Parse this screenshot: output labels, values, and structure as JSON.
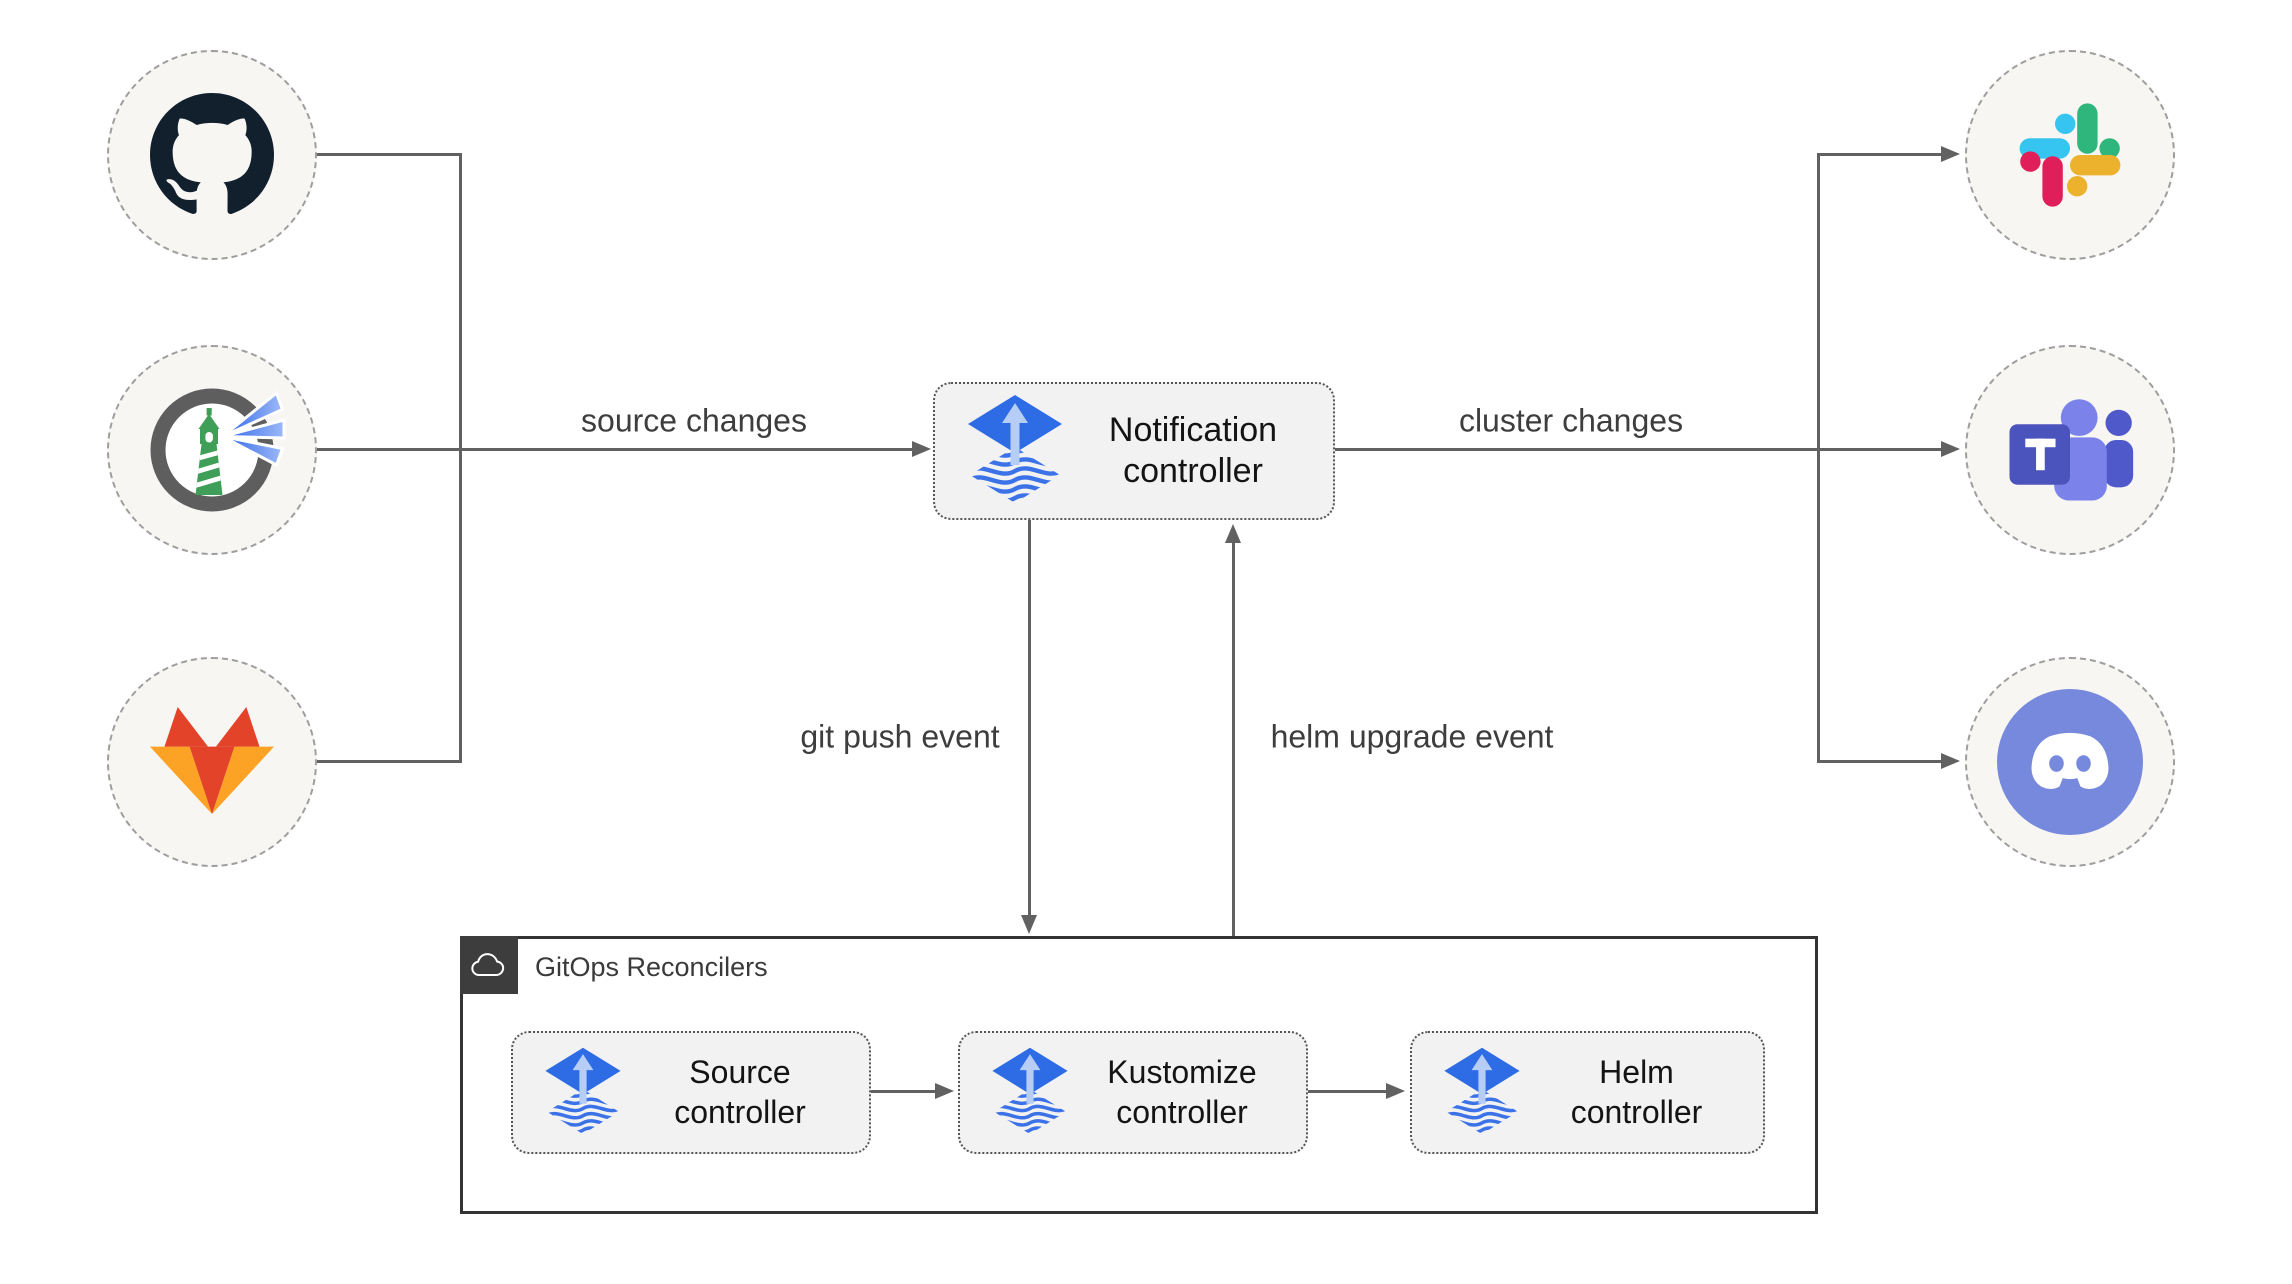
{
  "edges": {
    "source_changes": "source changes",
    "cluster_changes": "cluster changes",
    "git_push_event": "git push event",
    "helm_upgrade_event": "helm upgrade event"
  },
  "nodes": {
    "notification": {
      "line1": "Notification",
      "line2": "controller"
    },
    "source": {
      "line1": "Source",
      "line2": "controller"
    },
    "kustomize": {
      "line1": "Kustomize",
      "line2": "controller"
    },
    "helm": {
      "line1": "Helm",
      "line2": "controller"
    }
  },
  "container": {
    "title": "GitOps Reconcilers"
  },
  "icons": {
    "sources": [
      "github-icon",
      "harbor-icon",
      "gitlab-icon"
    ],
    "notifiers": [
      "slack-icon",
      "microsoft-teams-icon",
      "discord-icon"
    ],
    "node_icon": "flux-icon",
    "container_icon": "cloud-icon"
  },
  "colors": {
    "connector_line": "#616161",
    "box_fill": "#f2f2f2",
    "box_border": "#555555",
    "circle_fill": "#f7f6f3",
    "circle_border": "#9e9e9e",
    "flux_blue": "#2e6ce6",
    "flux_arrow": "#b6cdf6",
    "github_dark": "#121f2d",
    "harbor_green": "#3f9e58",
    "gitlab_red": "#e24329",
    "gitlab_orange": "#fca326",
    "slack_blue": "#36C5F0",
    "slack_green": "#2EB67D",
    "slack_red": "#E01E5A",
    "slack_yellow": "#ECB22E",
    "teams_purple": "#4b53bc",
    "discord_blurple": "#7689dc",
    "label_text": "#3d3d3d",
    "node_text": "#141414"
  }
}
